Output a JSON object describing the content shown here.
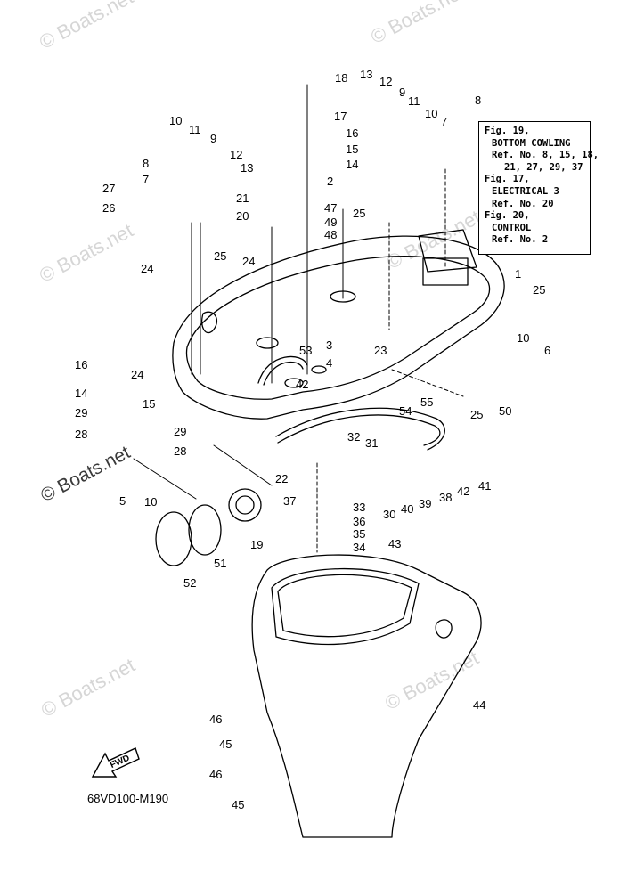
{
  "diagram_code": "68VD100-M190",
  "fwd_label": "FWD",
  "watermarks": [
    "© Boats.net",
    "© Boats.net",
    "© Boats.net",
    "© Boats.net",
    "© Boats.net",
    "© Boats.net",
    "© Boats.net"
  ],
  "note_box": {
    "lines": [
      "Fig. 19,",
      "BOTTOM COWLING",
      "Ref. No. 8, 15, 18,",
      "21, 27, 29, 37",
      "Fig. 17,",
      "ELECTRICAL 3",
      "Ref. No. 20",
      "Fig. 20,",
      "CONTROL",
      "Ref. No. 2"
    ]
  },
  "callouts": [
    {
      "id": "c18",
      "text": "18"
    },
    {
      "id": "c17",
      "text": "17"
    },
    {
      "id": "c13a",
      "text": "13"
    },
    {
      "id": "c12a",
      "text": "12"
    },
    {
      "id": "c9a",
      "text": "9"
    },
    {
      "id": "c11a",
      "text": "11"
    },
    {
      "id": "c10a",
      "text": "10"
    },
    {
      "id": "c7a",
      "text": "7"
    },
    {
      "id": "c8a",
      "text": "8"
    },
    {
      "id": "c16a",
      "text": "16"
    },
    {
      "id": "c15a",
      "text": "15"
    },
    {
      "id": "c14a",
      "text": "14"
    },
    {
      "id": "c10b",
      "text": "10"
    },
    {
      "id": "c11b",
      "text": "11"
    },
    {
      "id": "c9b",
      "text": "9"
    },
    {
      "id": "c12b",
      "text": "12"
    },
    {
      "id": "c13b",
      "text": "13"
    },
    {
      "id": "c8b",
      "text": "8"
    },
    {
      "id": "c7b",
      "text": "7"
    },
    {
      "id": "c27",
      "text": "27"
    },
    {
      "id": "c26",
      "text": "26"
    },
    {
      "id": "c21",
      "text": "21"
    },
    {
      "id": "c20",
      "text": "20"
    },
    {
      "id": "c2",
      "text": "2"
    },
    {
      "id": "c47",
      "text": "47"
    },
    {
      "id": "c49",
      "text": "49"
    },
    {
      "id": "c48",
      "text": "48"
    },
    {
      "id": "c25a",
      "text": "25"
    },
    {
      "id": "c25b",
      "text": "25"
    },
    {
      "id": "c24a",
      "text": "24"
    },
    {
      "id": "c24b",
      "text": "24"
    },
    {
      "id": "c1",
      "text": "1"
    },
    {
      "id": "c25c",
      "text": "25"
    },
    {
      "id": "c53",
      "text": "53"
    },
    {
      "id": "c3",
      "text": "3"
    },
    {
      "id": "c23",
      "text": "23"
    },
    {
      "id": "c4",
      "text": "4"
    },
    {
      "id": "c10c",
      "text": "10"
    },
    {
      "id": "c6",
      "text": "6"
    },
    {
      "id": "c16b",
      "text": "16"
    },
    {
      "id": "c24c",
      "text": "24"
    },
    {
      "id": "c42a",
      "text": "42"
    },
    {
      "id": "c14b",
      "text": "14"
    },
    {
      "id": "c15b",
      "text": "15"
    },
    {
      "id": "c29a",
      "text": "29"
    },
    {
      "id": "c55",
      "text": "55"
    },
    {
      "id": "c54",
      "text": "54"
    },
    {
      "id": "c25d",
      "text": "25"
    },
    {
      "id": "c50",
      "text": "50"
    },
    {
      "id": "c28a",
      "text": "28"
    },
    {
      "id": "c29b",
      "text": "29"
    },
    {
      "id": "c28b",
      "text": "28"
    },
    {
      "id": "c32",
      "text": "32"
    },
    {
      "id": "c31",
      "text": "31"
    },
    {
      "id": "c22",
      "text": "22"
    },
    {
      "id": "c5",
      "text": "5"
    },
    {
      "id": "c10d",
      "text": "10"
    },
    {
      "id": "c41",
      "text": "41"
    },
    {
      "id": "c42b",
      "text": "42"
    },
    {
      "id": "c38",
      "text": "38"
    },
    {
      "id": "c39",
      "text": "39"
    },
    {
      "id": "c40",
      "text": "40"
    },
    {
      "id": "c30",
      "text": "30"
    },
    {
      "id": "c37",
      "text": "37"
    },
    {
      "id": "c33",
      "text": "33"
    },
    {
      "id": "c36",
      "text": "36"
    },
    {
      "id": "c35",
      "text": "35"
    },
    {
      "id": "c34",
      "text": "34"
    },
    {
      "id": "c19",
      "text": "19"
    },
    {
      "id": "c51",
      "text": "51"
    },
    {
      "id": "c52",
      "text": "52"
    },
    {
      "id": "c43",
      "text": "43"
    },
    {
      "id": "c44",
      "text": "44"
    },
    {
      "id": "c46a",
      "text": "46"
    },
    {
      "id": "c45a",
      "text": "45"
    },
    {
      "id": "c46b",
      "text": "46"
    },
    {
      "id": "c45b",
      "text": "45"
    }
  ]
}
